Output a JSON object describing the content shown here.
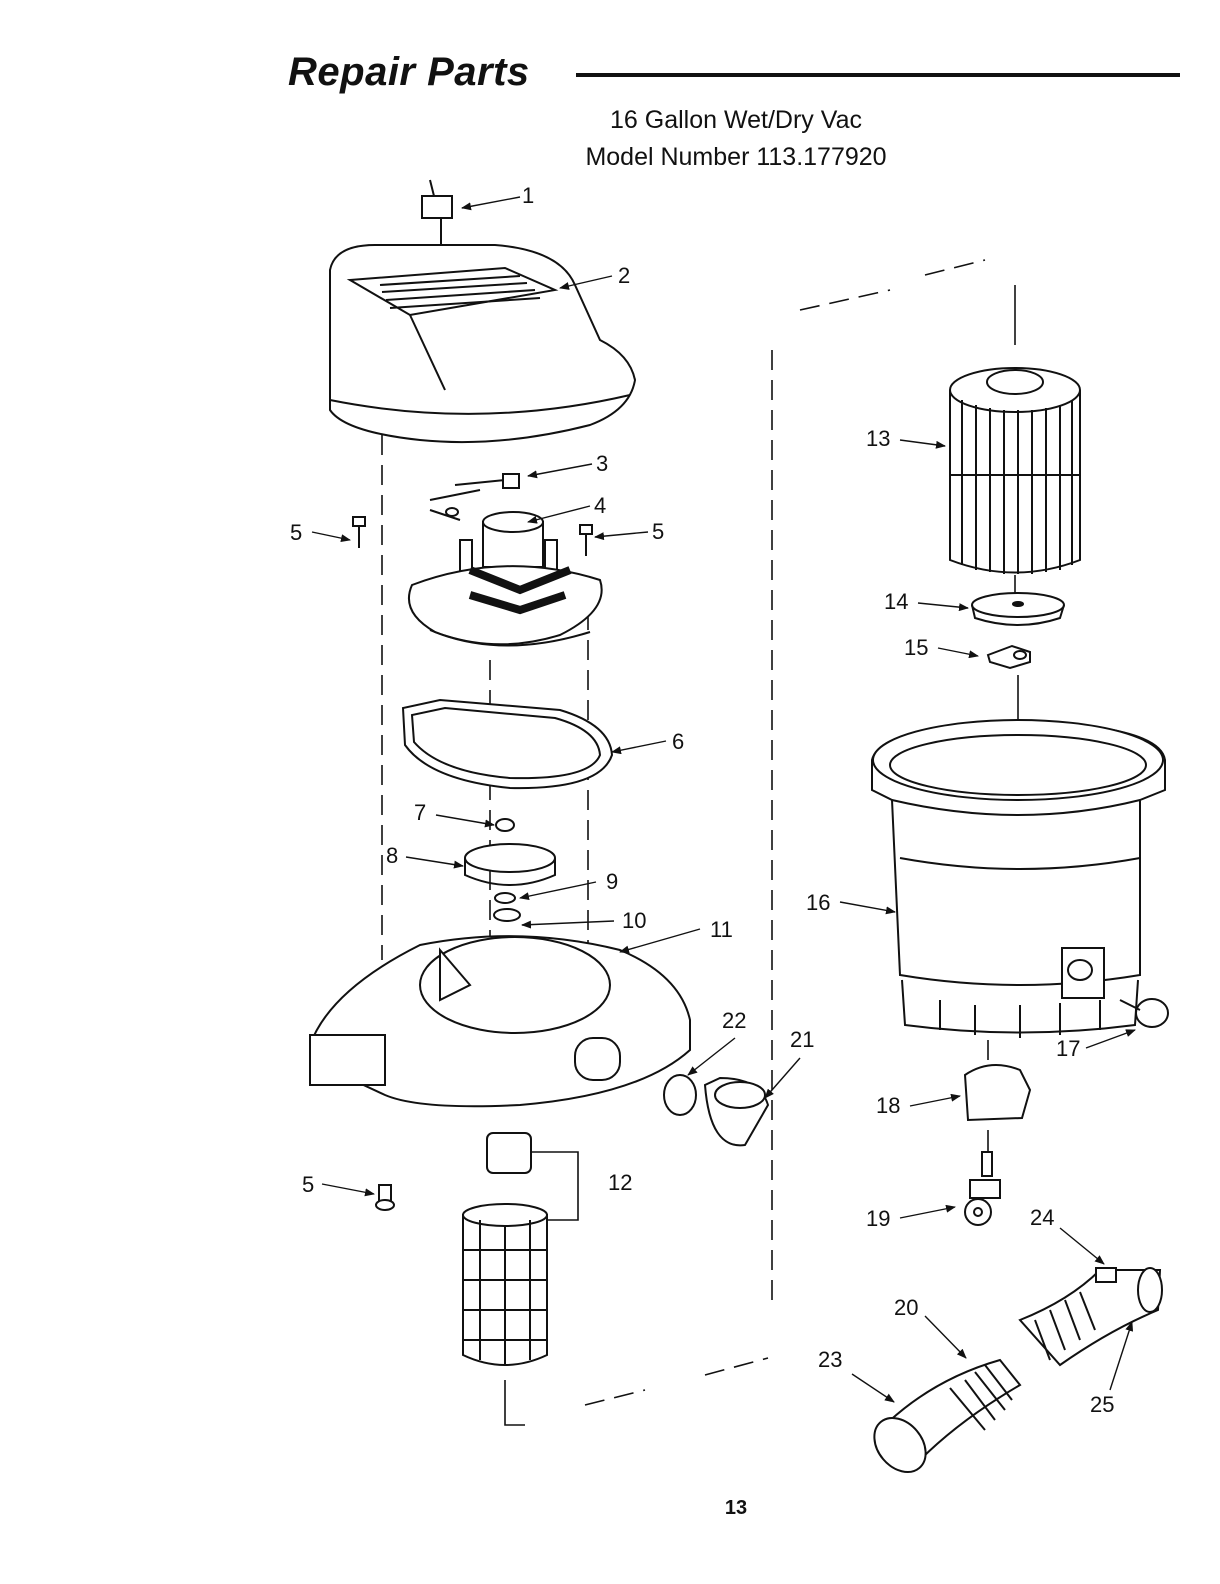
{
  "header": {
    "title": "Repair Parts",
    "subtitle_line1": "16 Gallon Wet/Dry Vac",
    "subtitle_line2": "Model Number 113.177920"
  },
  "callouts": {
    "c1": "1",
    "c2": "2",
    "c3": "3",
    "c4": "4",
    "c5a": "5",
    "c5b": "5",
    "c5c": "5",
    "c6": "6",
    "c7": "7",
    "c8": "8",
    "c9": "9",
    "c10": "10",
    "c11": "11",
    "c12": "12",
    "c13": "13",
    "c14": "14",
    "c15": "15",
    "c16": "16",
    "c17": "17",
    "c18": "18",
    "c19": "19",
    "c20": "20",
    "c21": "21",
    "c22": "22",
    "c23": "23",
    "c24": "24",
    "c25": "25"
  },
  "footer": {
    "page_number": "13"
  }
}
